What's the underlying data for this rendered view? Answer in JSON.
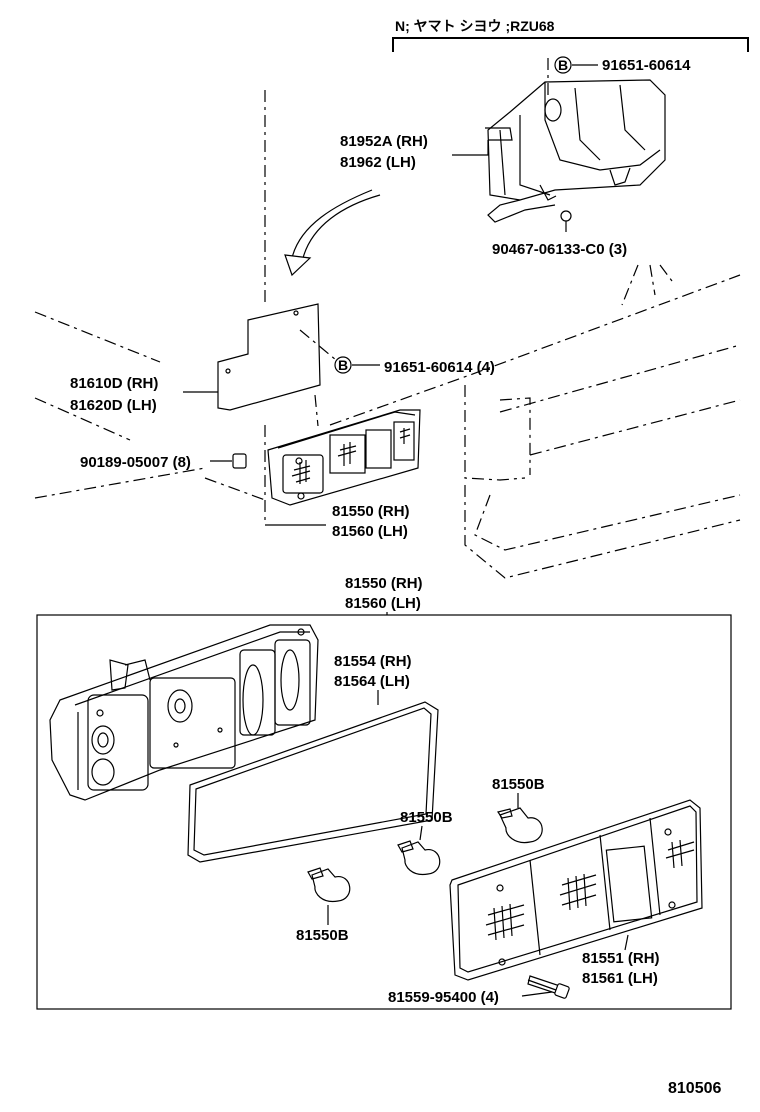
{
  "header_note": "N; ヤマト シヨウ ;RZU68",
  "diagram_id": "810506",
  "bracket_mark": "B",
  "labels": {
    "p91651_top": "91651-60614",
    "p81952A": "81952A (RH)",
    "p81962": "81962   (LH)",
    "p90467": "90467-06133-C0 (3)",
    "p91651_mid": "91651-60614 (4)",
    "p81610D": "81610D (RH)",
    "p81620D": "81620D (LH)",
    "p90189": "90189-05007 (8)",
    "p81550_a": "81550 (RH)",
    "p81560_a": "81560 (LH)",
    "p81550_b": "81550 (RH)",
    "p81560_b": "81560 (LH)",
    "p81554": "81554 (RH)",
    "p81564": "81564 (LH)",
    "bulb_1": "81550B",
    "bulb_2": "81550B",
    "bulb_3": "81550B",
    "p81551": "81551 (RH)",
    "p81561": "81561 (LH)",
    "p81559": "81559-95400 (4)"
  }
}
